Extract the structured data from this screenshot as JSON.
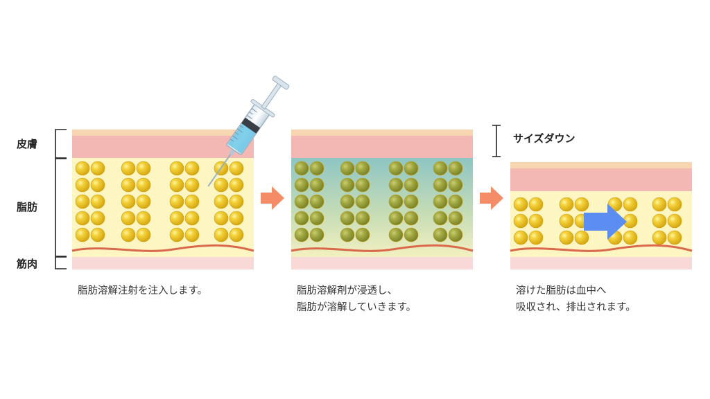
{
  "layers": {
    "skin_label": "皮膚",
    "fat_label": "脂肪",
    "muscle_label": "筋肉"
  },
  "steps": [
    {
      "caption_lines": [
        "脂肪溶解注射を注入します。"
      ]
    },
    {
      "caption_lines": [
        "脂肪溶解剤が浸透し、",
        "脂肪が溶解していきます。"
      ]
    },
    {
      "caption_lines": [
        "溶けた脂肪は血中へ",
        "吸収され、排出されます。"
      ]
    }
  ],
  "size_down_label": "サイズダウン",
  "colors": {
    "skin_outer": "#f6d5b0",
    "skin_inner": "#f3b7b4",
    "fat_bg": "#fdf6c3",
    "fat_cell": "#e8c124",
    "fat_cell_dissolving": "#8f9e35",
    "blood_vessel": "#d9694a",
    "muscle": "#f8d9d7",
    "step_arrow": "#f48c68",
    "absorb_arrow": "#5b8ef0",
    "bracket": "#222222"
  },
  "icons": [
    "syringe-icon",
    "step-arrow-icon",
    "absorb-arrow-icon"
  ]
}
